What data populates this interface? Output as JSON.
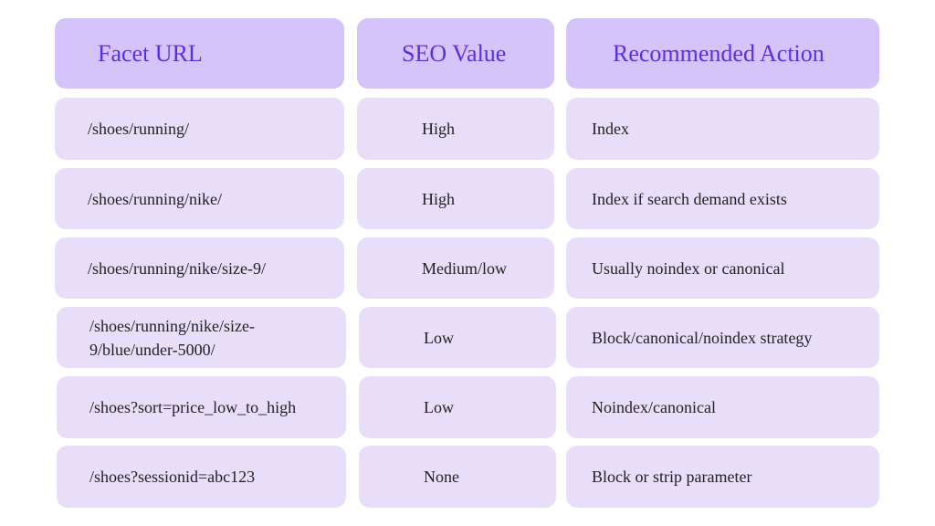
{
  "headers": [
    "Facet URL",
    "SEO Value",
    "Recommended Action"
  ],
  "rows": [
    {
      "url": "/shoes/running/",
      "value": "High",
      "action": "Index"
    },
    {
      "url": "/shoes/running/nike/",
      "value": "High",
      "action": "Index if search demand exists"
    },
    {
      "url": "/shoes/running/nike/size-9/",
      "value": "Medium/low",
      "action": "Usually noindex or canonical"
    },
    {
      "url": "/shoes/running/nike/size-9/blue/under-5000/",
      "value": "Low",
      "action": "Block/canonical/noindex strategy"
    },
    {
      "url": "/shoes?sort=price_low_to_high",
      "value": "Low",
      "action": "Noindex/canonical"
    },
    {
      "url": "/shoes?sessionid=abc123",
      "value": "None",
      "action": "Block or strip parameter"
    }
  ],
  "colors": {
    "header_bg": "#d5c4fa",
    "header_text": "#5b2ee6",
    "cell_bg": "#e8defa"
  }
}
